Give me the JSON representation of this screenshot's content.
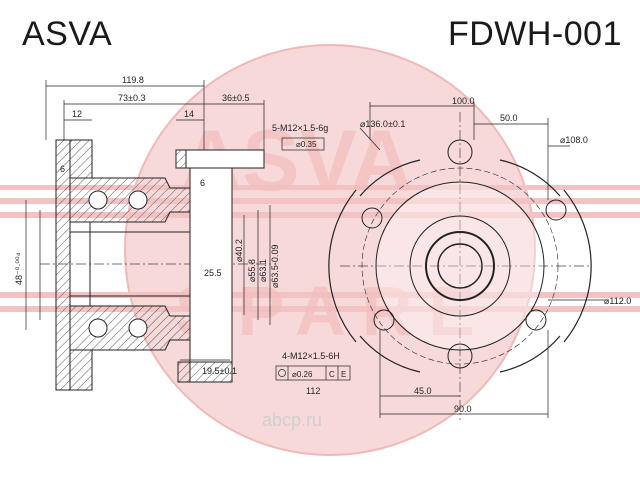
{
  "header": {
    "brand": "ASVA",
    "part_number": "FDWH-001"
  },
  "watermark": {
    "letters": "ASVA",
    "word": "SPARE",
    "site": "abcp.ru",
    "color": "#f0c6c6"
  },
  "dimensions": {
    "overall_width": "119.8",
    "hub_length": "73±0.3",
    "stud_length": "36±0.5",
    "offset_12": "12",
    "offset_14": "14",
    "offset_6_top": "6",
    "offset_6_right": "6",
    "thread_spec": "5-M12×1.5-6g",
    "position_tol": "⌀0.35",
    "diameter_48": "48⁻⁰·⁰⁰⁴",
    "bore_25_5": "25.5",
    "diam_40_2": "⌀40.2",
    "diam_55_8": "⌀55.8",
    "diam_63_1": "⌀63.1",
    "diam_63_5": "⌀63.5-0.09",
    "flange_19_5": "19.5±0.1",
    "top_100": "100.0",
    "top_50": "50.0",
    "pcd_136": "⌀136.0±0.1",
    "pcd_108": "⌀108.0",
    "pcd_112": "⌀112.0",
    "bolt_holes": "4-M12×1.5-6H",
    "bolt_tol": "⌀0.26",
    "datum_c": "C",
    "datum_e": "E",
    "bottom_112": "112",
    "bottom_45": "45.0",
    "bottom_90": "90.0"
  }
}
